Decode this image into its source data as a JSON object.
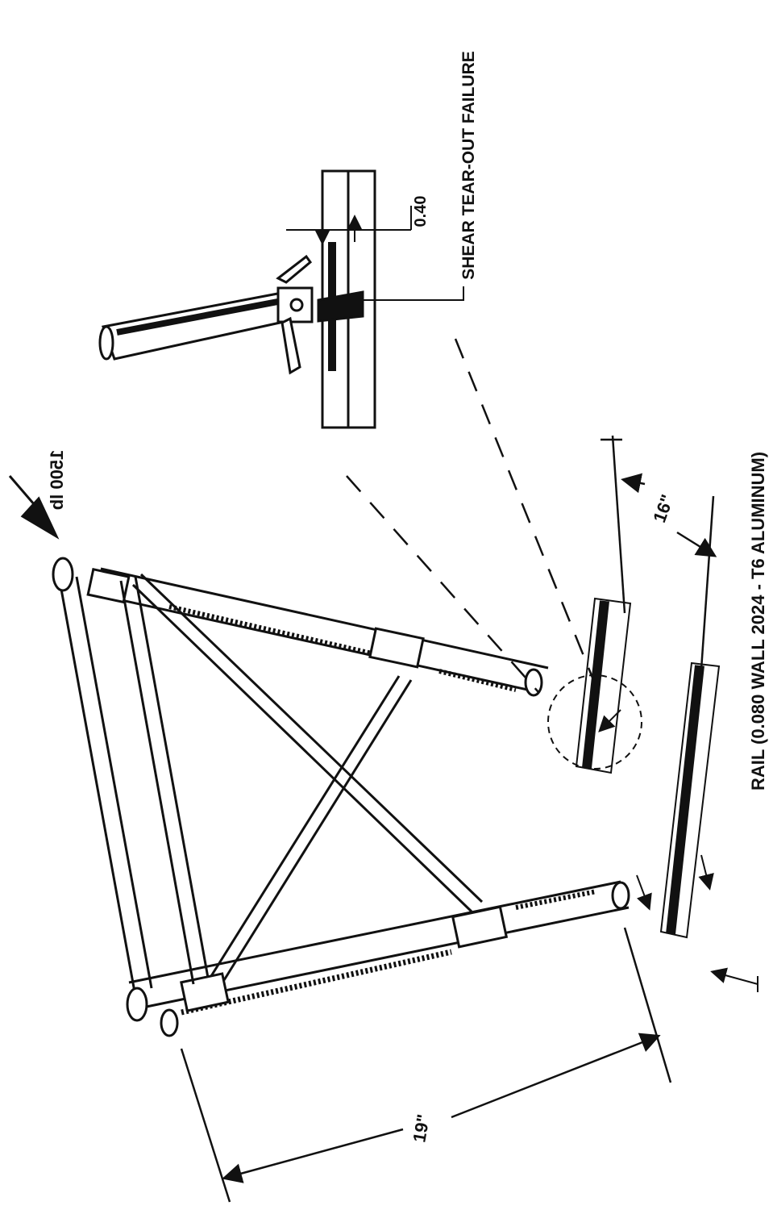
{
  "labels": {
    "load": "1500 lb",
    "detail_dim": "0.40",
    "failure_note": "SHEAR TEAR-OUT FAILURE",
    "rail_spacing": "16\"",
    "frame_length": "19\"",
    "rail_note": "RAIL (0.080 WALL   2024 - T6 ALUMINUM)"
  },
  "colors": {
    "ink": "#111111",
    "paper": "#ffffff"
  }
}
